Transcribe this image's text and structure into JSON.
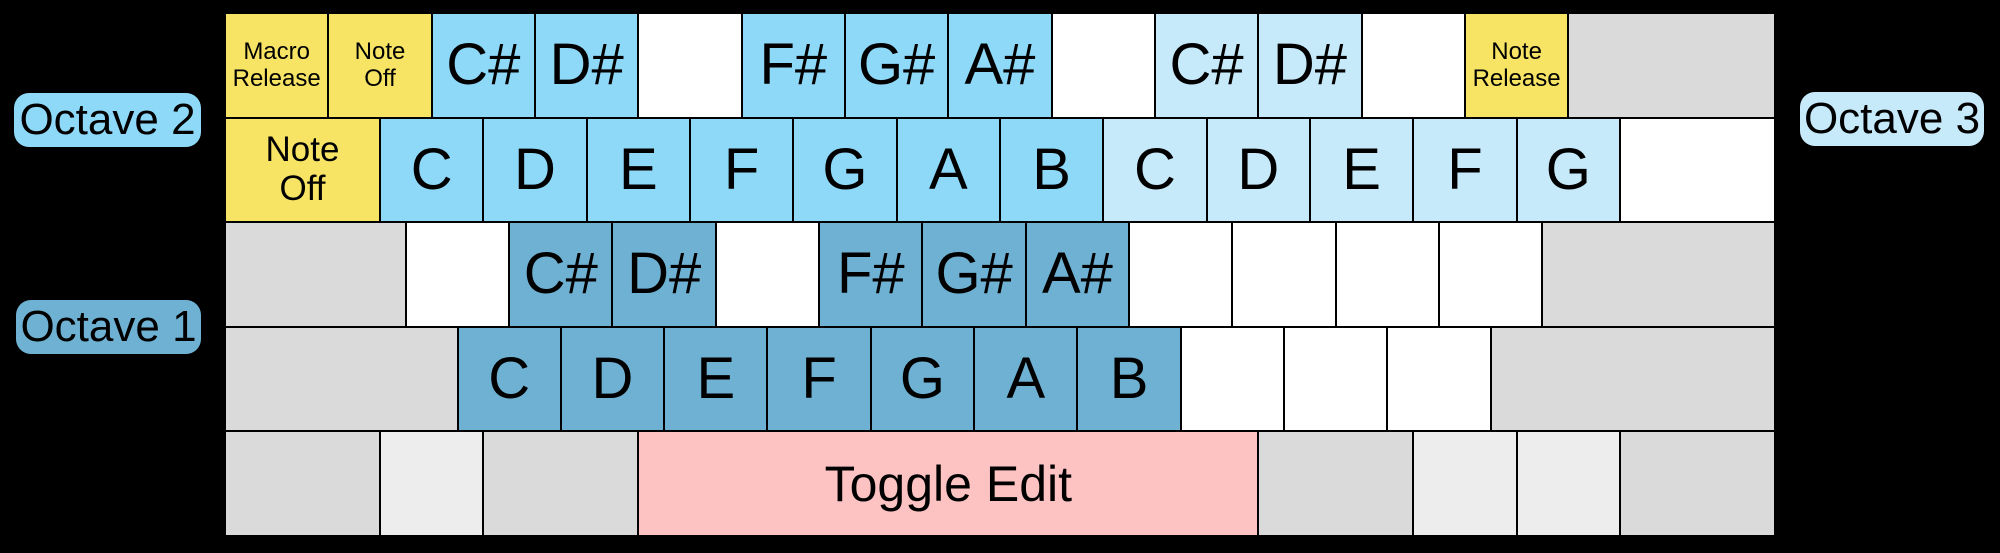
{
  "labels": {
    "octave1": "Octave 1",
    "octave2": "Octave 2",
    "octave3": "Octave 3"
  },
  "colors": {
    "background": "#000000",
    "key_border": "#000000",
    "text": "#000000",
    "octave1": "#6fb1d3",
    "octave2": "#8ed8f8",
    "octave3": "#c7eafb",
    "macro": "#f7e464",
    "toggle_edit": "#fdc2c2",
    "modifier": "#dadada",
    "modifier_light": "#ededed",
    "blank": "#ffffff"
  },
  "keyboard": {
    "rows": [
      {
        "keys": [
          {
            "label": "Macro\nRelease",
            "type": "macro",
            "units": 1,
            "size": "sm"
          },
          {
            "label": "Note\nOff",
            "type": "macro",
            "units": 1,
            "size": "sm"
          },
          {
            "label": "C#",
            "type": "octave2",
            "units": 1,
            "size": "lg"
          },
          {
            "label": "D#",
            "type": "octave2",
            "units": 1,
            "size": "lg"
          },
          {
            "label": "",
            "type": "blank",
            "units": 1
          },
          {
            "label": "F#",
            "type": "octave2",
            "units": 1,
            "size": "lg"
          },
          {
            "label": "G#",
            "type": "octave2",
            "units": 1,
            "size": "lg"
          },
          {
            "label": "A#",
            "type": "octave2",
            "units": 1,
            "size": "lg"
          },
          {
            "label": "",
            "type": "blank",
            "units": 1
          },
          {
            "label": "C#",
            "type": "octave3",
            "units": 1,
            "size": "lg"
          },
          {
            "label": "D#",
            "type": "octave3",
            "units": 1,
            "size": "lg"
          },
          {
            "label": "",
            "type": "blank",
            "units": 1
          },
          {
            "label": "Note\nRelease",
            "type": "macro",
            "units": 1,
            "size": "sm"
          },
          {
            "label": "",
            "type": "modifier",
            "units": 2
          }
        ]
      },
      {
        "keys": [
          {
            "label": "Note\nOff",
            "type": "macro",
            "units": 1.5,
            "size": "md"
          },
          {
            "label": "C",
            "type": "octave2",
            "units": 1,
            "size": "lg"
          },
          {
            "label": "D",
            "type": "octave2",
            "units": 1,
            "size": "lg"
          },
          {
            "label": "E",
            "type": "octave2",
            "units": 1,
            "size": "lg"
          },
          {
            "label": "F",
            "type": "octave2",
            "units": 1,
            "size": "lg"
          },
          {
            "label": "G",
            "type": "octave2",
            "units": 1,
            "size": "lg"
          },
          {
            "label": "A",
            "type": "octave2",
            "units": 1,
            "size": "lg"
          },
          {
            "label": "B",
            "type": "octave2",
            "units": 1,
            "size": "lg"
          },
          {
            "label": "C",
            "type": "octave3",
            "units": 1,
            "size": "lg"
          },
          {
            "label": "D",
            "type": "octave3",
            "units": 1,
            "size": "lg"
          },
          {
            "label": "E",
            "type": "octave3",
            "units": 1,
            "size": "lg"
          },
          {
            "label": "F",
            "type": "octave3",
            "units": 1,
            "size": "lg"
          },
          {
            "label": "G",
            "type": "octave3",
            "units": 1,
            "size": "lg"
          },
          {
            "label": "",
            "type": "blank",
            "units": 1.5
          }
        ]
      },
      {
        "keys": [
          {
            "label": "",
            "type": "modifier",
            "units": 1.75
          },
          {
            "label": "",
            "type": "blank",
            "units": 1
          },
          {
            "label": "C#",
            "type": "octave1",
            "units": 1,
            "size": "lg"
          },
          {
            "label": "D#",
            "type": "octave1",
            "units": 1,
            "size": "lg"
          },
          {
            "label": "",
            "type": "blank",
            "units": 1
          },
          {
            "label": "F#",
            "type": "octave1",
            "units": 1,
            "size": "lg"
          },
          {
            "label": "G#",
            "type": "octave1",
            "units": 1,
            "size": "lg"
          },
          {
            "label": "A#",
            "type": "octave1",
            "units": 1,
            "size": "lg"
          },
          {
            "label": "",
            "type": "blank",
            "units": 1
          },
          {
            "label": "",
            "type": "blank",
            "units": 1
          },
          {
            "label": "",
            "type": "blank",
            "units": 1
          },
          {
            "label": "",
            "type": "blank",
            "units": 1
          },
          {
            "label": "",
            "type": "modifier",
            "units": 2.25
          }
        ]
      },
      {
        "keys": [
          {
            "label": "",
            "type": "modifier",
            "units": 2.25
          },
          {
            "label": "C",
            "type": "octave1",
            "units": 1,
            "size": "lg"
          },
          {
            "label": "D",
            "type": "octave1",
            "units": 1,
            "size": "lg"
          },
          {
            "label": "E",
            "type": "octave1",
            "units": 1,
            "size": "lg"
          },
          {
            "label": "F",
            "type": "octave1",
            "units": 1,
            "size": "lg"
          },
          {
            "label": "G",
            "type": "octave1",
            "units": 1,
            "size": "lg"
          },
          {
            "label": "A",
            "type": "octave1",
            "units": 1,
            "size": "lg"
          },
          {
            "label": "B",
            "type": "octave1",
            "units": 1,
            "size": "lg"
          },
          {
            "label": "",
            "type": "blank",
            "units": 1
          },
          {
            "label": "",
            "type": "blank",
            "units": 1
          },
          {
            "label": "",
            "type": "blank",
            "units": 1
          },
          {
            "label": "",
            "type": "modifier",
            "units": 2.75
          }
        ]
      },
      {
        "keys": [
          {
            "label": "",
            "type": "modifier",
            "units": 1.5
          },
          {
            "label": "",
            "type": "modifier_light",
            "units": 1
          },
          {
            "label": "",
            "type": "modifier",
            "units": 1.5
          },
          {
            "label": "Toggle Edit",
            "type": "toggle_edit",
            "units": 6,
            "size": "xl"
          },
          {
            "label": "",
            "type": "modifier",
            "units": 1.5
          },
          {
            "label": "",
            "type": "modifier_light",
            "units": 1
          },
          {
            "label": "",
            "type": "modifier_light",
            "units": 1
          },
          {
            "label": "",
            "type": "modifier",
            "units": 1.5
          }
        ]
      }
    ]
  }
}
